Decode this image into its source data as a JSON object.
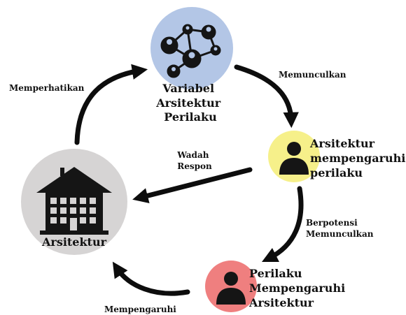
{
  "nodes": {
    "variabel": {
      "lines": [
        "Variabel",
        "Arsitektur",
        "Perilaku"
      ],
      "color": "#b3c6e6",
      "icon": "network-people-icon"
    },
    "arsitektur_mempengaruhi": {
      "lines": [
        "Arsitektur",
        "mempengaruhi",
        "perilaku"
      ],
      "color": "#f6f08a",
      "icon": "person-icon"
    },
    "perilaku_mempengaruhi": {
      "lines": [
        "Perilaku",
        "Mempengaruhi",
        "Arsitektur"
      ],
      "color": "#ef7f7f",
      "icon": "person-icon"
    },
    "arsitektur": {
      "label": "Arsitektur",
      "color": "#d6d4d4",
      "icon": "building-icon"
    }
  },
  "edges": {
    "memunculkan": "Memunculkan",
    "memperhatikan": "Memperhatikan",
    "wadah_respon": [
      "Wadah",
      "Respon"
    ],
    "berpotensi": [
      "Berpotensi",
      "Memunculkan"
    ],
    "mempengaruhi": "Mempengaruhi"
  },
  "colors": {
    "arrow": "#0d0d0d",
    "icon": "#151515"
  }
}
